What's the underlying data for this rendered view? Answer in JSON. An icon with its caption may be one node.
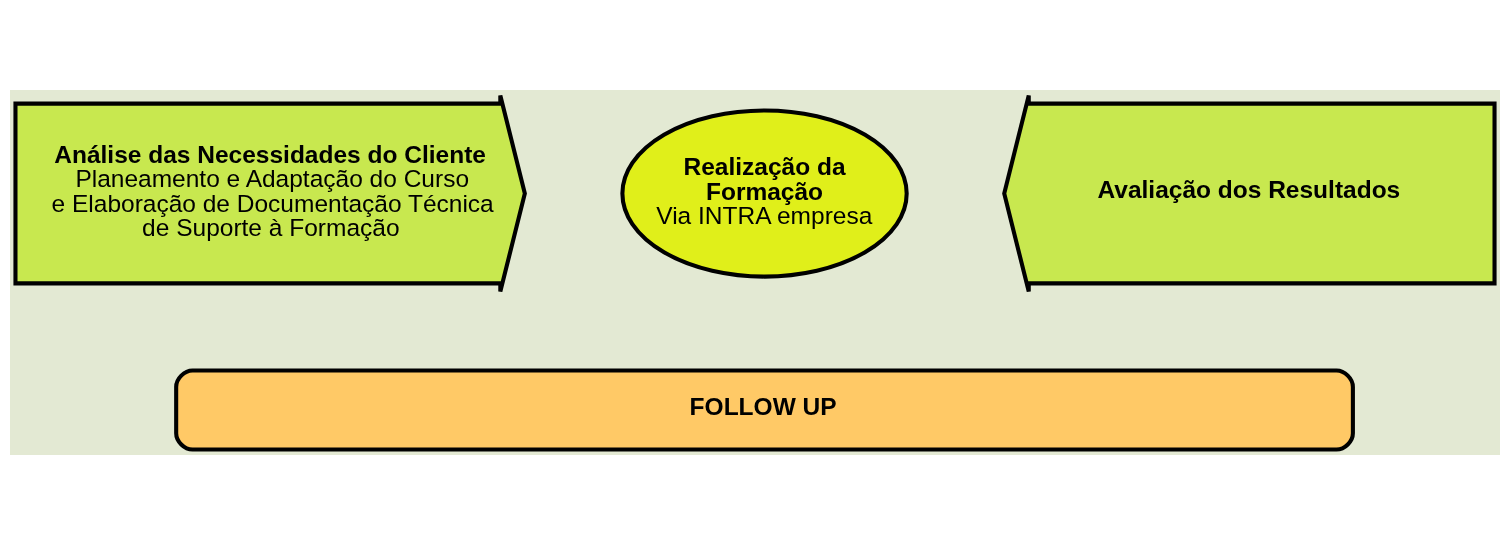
{
  "diagram": {
    "nodes": [
      {
        "text": [
          "Análise das Necessidades do Cliente",
          "Planeamento e Adaptação do Curso e Elaboração de Documentação Técnica de Suporte à Formação"
        ]
      },
      {
        "text": [
          "Realização da Formação",
          "Via INTRA empresa"
        ]
      },
      {
        "text": [
          "Avaliação dos Resultados"
        ]
      },
      {
        "text": [
          "FOLLOW UP"
        ]
      }
    ]
  }
}
